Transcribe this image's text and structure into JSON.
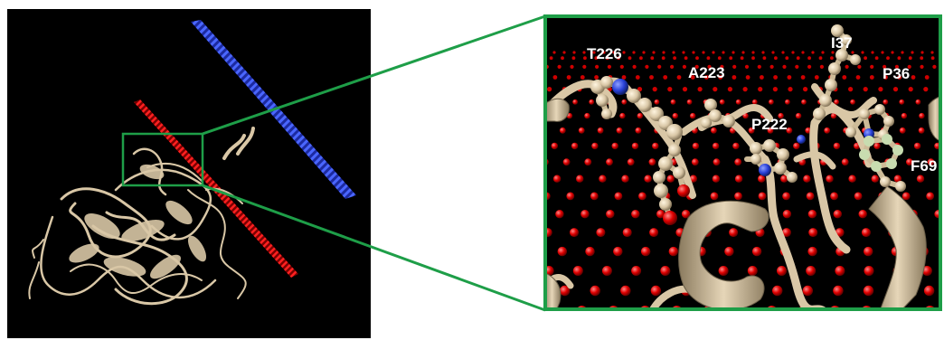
{
  "colors": {
    "background": "#000000",
    "zoom_box": "#1e9e48",
    "membrane_red": "#e01010",
    "membrane_blue": "#3a55e6",
    "protein": "#d9c7a6",
    "oxygen": "#e00000",
    "nitrogen": "#2840d8"
  },
  "residues": {
    "t226": "T226",
    "a223": "A223",
    "p222": "P222",
    "i37": "I37",
    "p36": "P36",
    "f69": "F69"
  }
}
